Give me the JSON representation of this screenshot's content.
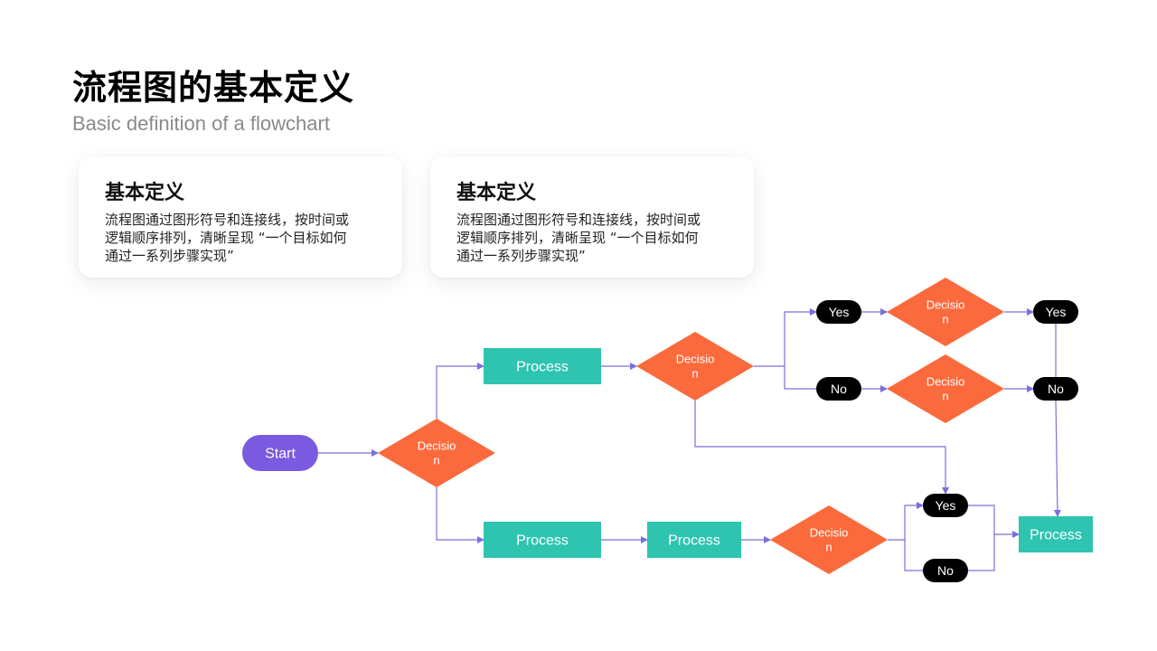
{
  "title": "流程图的基本定义",
  "subtitle": "Basic definition of a flowchart",
  "cards": [
    {
      "heading": "基本定义",
      "lines": [
        "流程图通过图形符号和连接线，按时间或",
        "逻辑顺序排列，清晰呈现 “一个目标如何",
        "通过一系列步骤实现”"
      ]
    },
    {
      "heading": "基本定义",
      "lines": [
        "流程图通过图形符号和连接线，按时间或",
        "逻辑顺序排列，清晰呈现 “一个目标如何",
        "通过一系列步骤实现”"
      ]
    }
  ],
  "colors": {
    "start": "#7a5ae0",
    "process": "#2ec4b0",
    "decision": "#fb6a3c",
    "terminal": "#000000",
    "connector": "#7b6fdc"
  },
  "flowchart": {
    "nodes": [
      {
        "id": "start",
        "type": "start",
        "lines": [
          "Start"
        ]
      },
      {
        "id": "d1",
        "type": "decision",
        "lines": [
          "Decisio",
          "n"
        ]
      },
      {
        "id": "p1",
        "type": "process",
        "lines": [
          "Process"
        ]
      },
      {
        "id": "d2",
        "type": "decision",
        "lines": [
          "Decisio",
          "n"
        ]
      },
      {
        "id": "yes1",
        "type": "terminal",
        "lines": [
          "Yes"
        ]
      },
      {
        "id": "no1",
        "type": "terminal",
        "lines": [
          "No"
        ]
      },
      {
        "id": "d3",
        "type": "decision",
        "lines": [
          "Decisio",
          "n"
        ]
      },
      {
        "id": "d4",
        "type": "decision",
        "lines": [
          "Decisio",
          "n"
        ]
      },
      {
        "id": "yes2",
        "type": "terminal",
        "lines": [
          "Yes"
        ]
      },
      {
        "id": "no2",
        "type": "terminal",
        "lines": [
          "No"
        ]
      },
      {
        "id": "p2",
        "type": "process",
        "lines": [
          "Process"
        ]
      },
      {
        "id": "p3",
        "type": "process",
        "lines": [
          "Process"
        ]
      },
      {
        "id": "d5",
        "type": "decision",
        "lines": [
          "Decisio",
          "n"
        ]
      },
      {
        "id": "yes3",
        "type": "terminal",
        "lines": [
          "Yes"
        ]
      },
      {
        "id": "no3",
        "type": "terminal",
        "lines": [
          "No"
        ]
      },
      {
        "id": "p4",
        "type": "process",
        "lines": [
          "Process"
        ]
      }
    ],
    "edges": [
      {
        "from": "start",
        "to": "d1"
      },
      {
        "from": "d1",
        "to": "p1"
      },
      {
        "from": "d1",
        "to": "p2"
      },
      {
        "from": "p1",
        "to": "d2"
      },
      {
        "from": "d2",
        "to": "yes1"
      },
      {
        "from": "d2",
        "to": "no1"
      },
      {
        "from": "d2",
        "to": "yes3"
      },
      {
        "from": "yes1",
        "to": "d3"
      },
      {
        "from": "no1",
        "to": "d4"
      },
      {
        "from": "d3",
        "to": "yes2"
      },
      {
        "from": "d4",
        "to": "no2"
      },
      {
        "from": "yes2",
        "to": "p4"
      },
      {
        "from": "no2",
        "to": "p4"
      },
      {
        "from": "p2",
        "to": "p3"
      },
      {
        "from": "p3",
        "to": "d5"
      },
      {
        "from": "d5",
        "to": "yes3"
      },
      {
        "from": "d5",
        "to": "no3"
      },
      {
        "from": "yes3",
        "to": "p4"
      },
      {
        "from": "no3",
        "to": "p4"
      }
    ]
  }
}
